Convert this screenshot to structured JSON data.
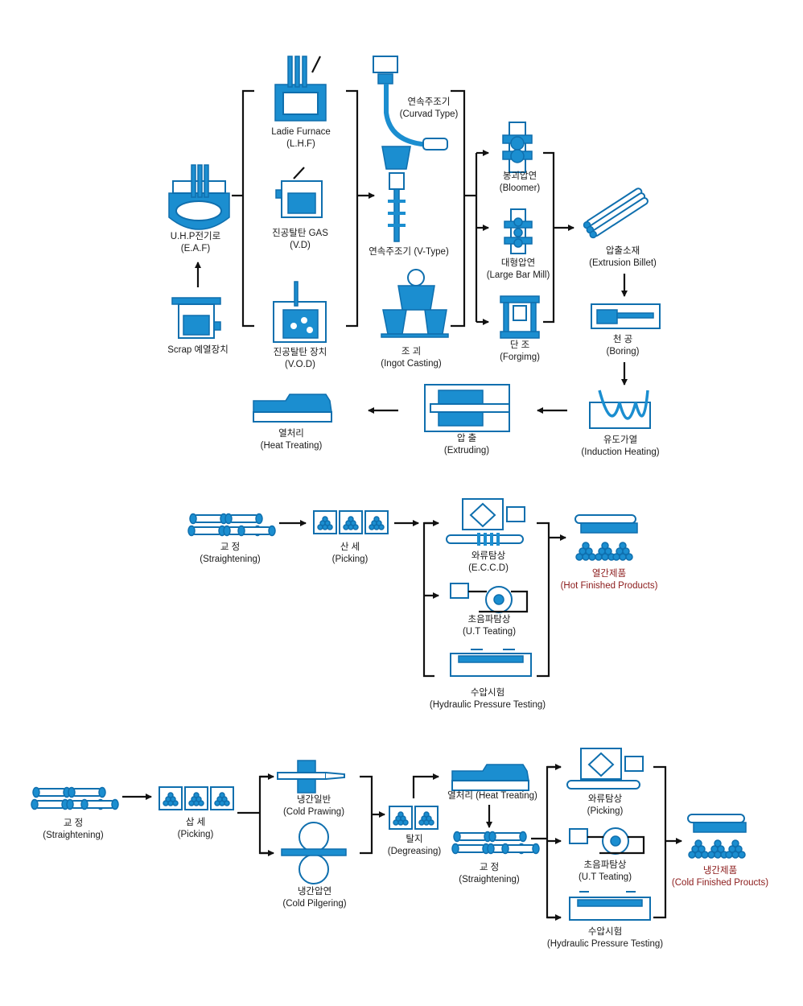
{
  "colors": {
    "icon": "#1b8ed0",
    "icon_stroke": "#0f6fae",
    "line": "#111111",
    "product_text": "#8b1a1a"
  },
  "section1": {
    "eaf": {
      "ko": "U.H.P전기로",
      "en": "(E.A.F)"
    },
    "scrap": {
      "ko": "Scrap 예열장치"
    },
    "lhf": {
      "en": "Ladie Furnace",
      "abbr": "(L.H.F)"
    },
    "vd": {
      "ko": "진공탈탄 GAS",
      "abbr": "(V.D)"
    },
    "vod": {
      "ko": "진공탈탄 장치",
      "abbr": "(V.O.D)"
    },
    "curved": {
      "ko": "연속주조기",
      "en": "(Curvad Type)"
    },
    "vtype": {
      "ko": "연속주조기 (V-Type)"
    },
    "ingot": {
      "ko": "조 괴",
      "en": "(Ingot Casting)"
    },
    "bloomer": {
      "ko": "봉괴압연",
      "en": "(Bloomer)"
    },
    "largebar": {
      "ko": "대형압연",
      "en": "(Large Bar Mill)"
    },
    "forging": {
      "ko": "단 조",
      "en": "(Forgimg)"
    },
    "billet": {
      "ko": "압출소재",
      "en": "(Extrusion Billet)"
    },
    "boring": {
      "ko": "천 공",
      "en": "(Boring)"
    },
    "induction": {
      "ko": "유도가열",
      "en": "(Induction Heating)"
    },
    "extruding": {
      "ko": "압 출",
      "en": "(Extruding)"
    },
    "heat": {
      "ko": "열처리",
      "en": "(Heat Treating)"
    }
  },
  "section2": {
    "straightening": {
      "ko": "교 정",
      "en": "(Straightening)"
    },
    "picking": {
      "ko": "산 세",
      "en": "(Picking)"
    },
    "eccd": {
      "ko": "와류탐상",
      "en": "(E.C.C.D)"
    },
    "ut": {
      "ko": "초음파탐상",
      "en": "(U.T Teating)"
    },
    "hydro": {
      "ko": "수압시험",
      "en": "(Hydraulic Pressure Testing)"
    },
    "product": {
      "ko": "열간제품",
      "en": "(Hot Finished Products)"
    }
  },
  "section3": {
    "straightening": {
      "ko": "교 정",
      "en": "(Straightening)"
    },
    "picking": {
      "ko": "삽 세",
      "en": "(Picking)"
    },
    "drawing": {
      "ko": "냉간일반",
      "en": "(Cold Prawing)"
    },
    "pilgering": {
      "ko": "냉간압연",
      "en": "(Cold Pilgering)"
    },
    "degreasing": {
      "ko": "탈지",
      "en": "(Degreasing)"
    },
    "heat": {
      "ko": "열처리 (Heat Treating)"
    },
    "straightening2": {
      "ko": "교 정",
      "en": "(Straightening)"
    },
    "eccd": {
      "ko": "와류탐상",
      "en": "(Picking)"
    },
    "ut": {
      "ko": "초음파탐상",
      "en": "(U.T Teating)"
    },
    "hydro": {
      "ko": "수압시험",
      "en": "(Hydraulic Pressure Testing)"
    },
    "product": {
      "ko": "냉간제품",
      "en": "(Cold Finished Proucts)"
    }
  }
}
